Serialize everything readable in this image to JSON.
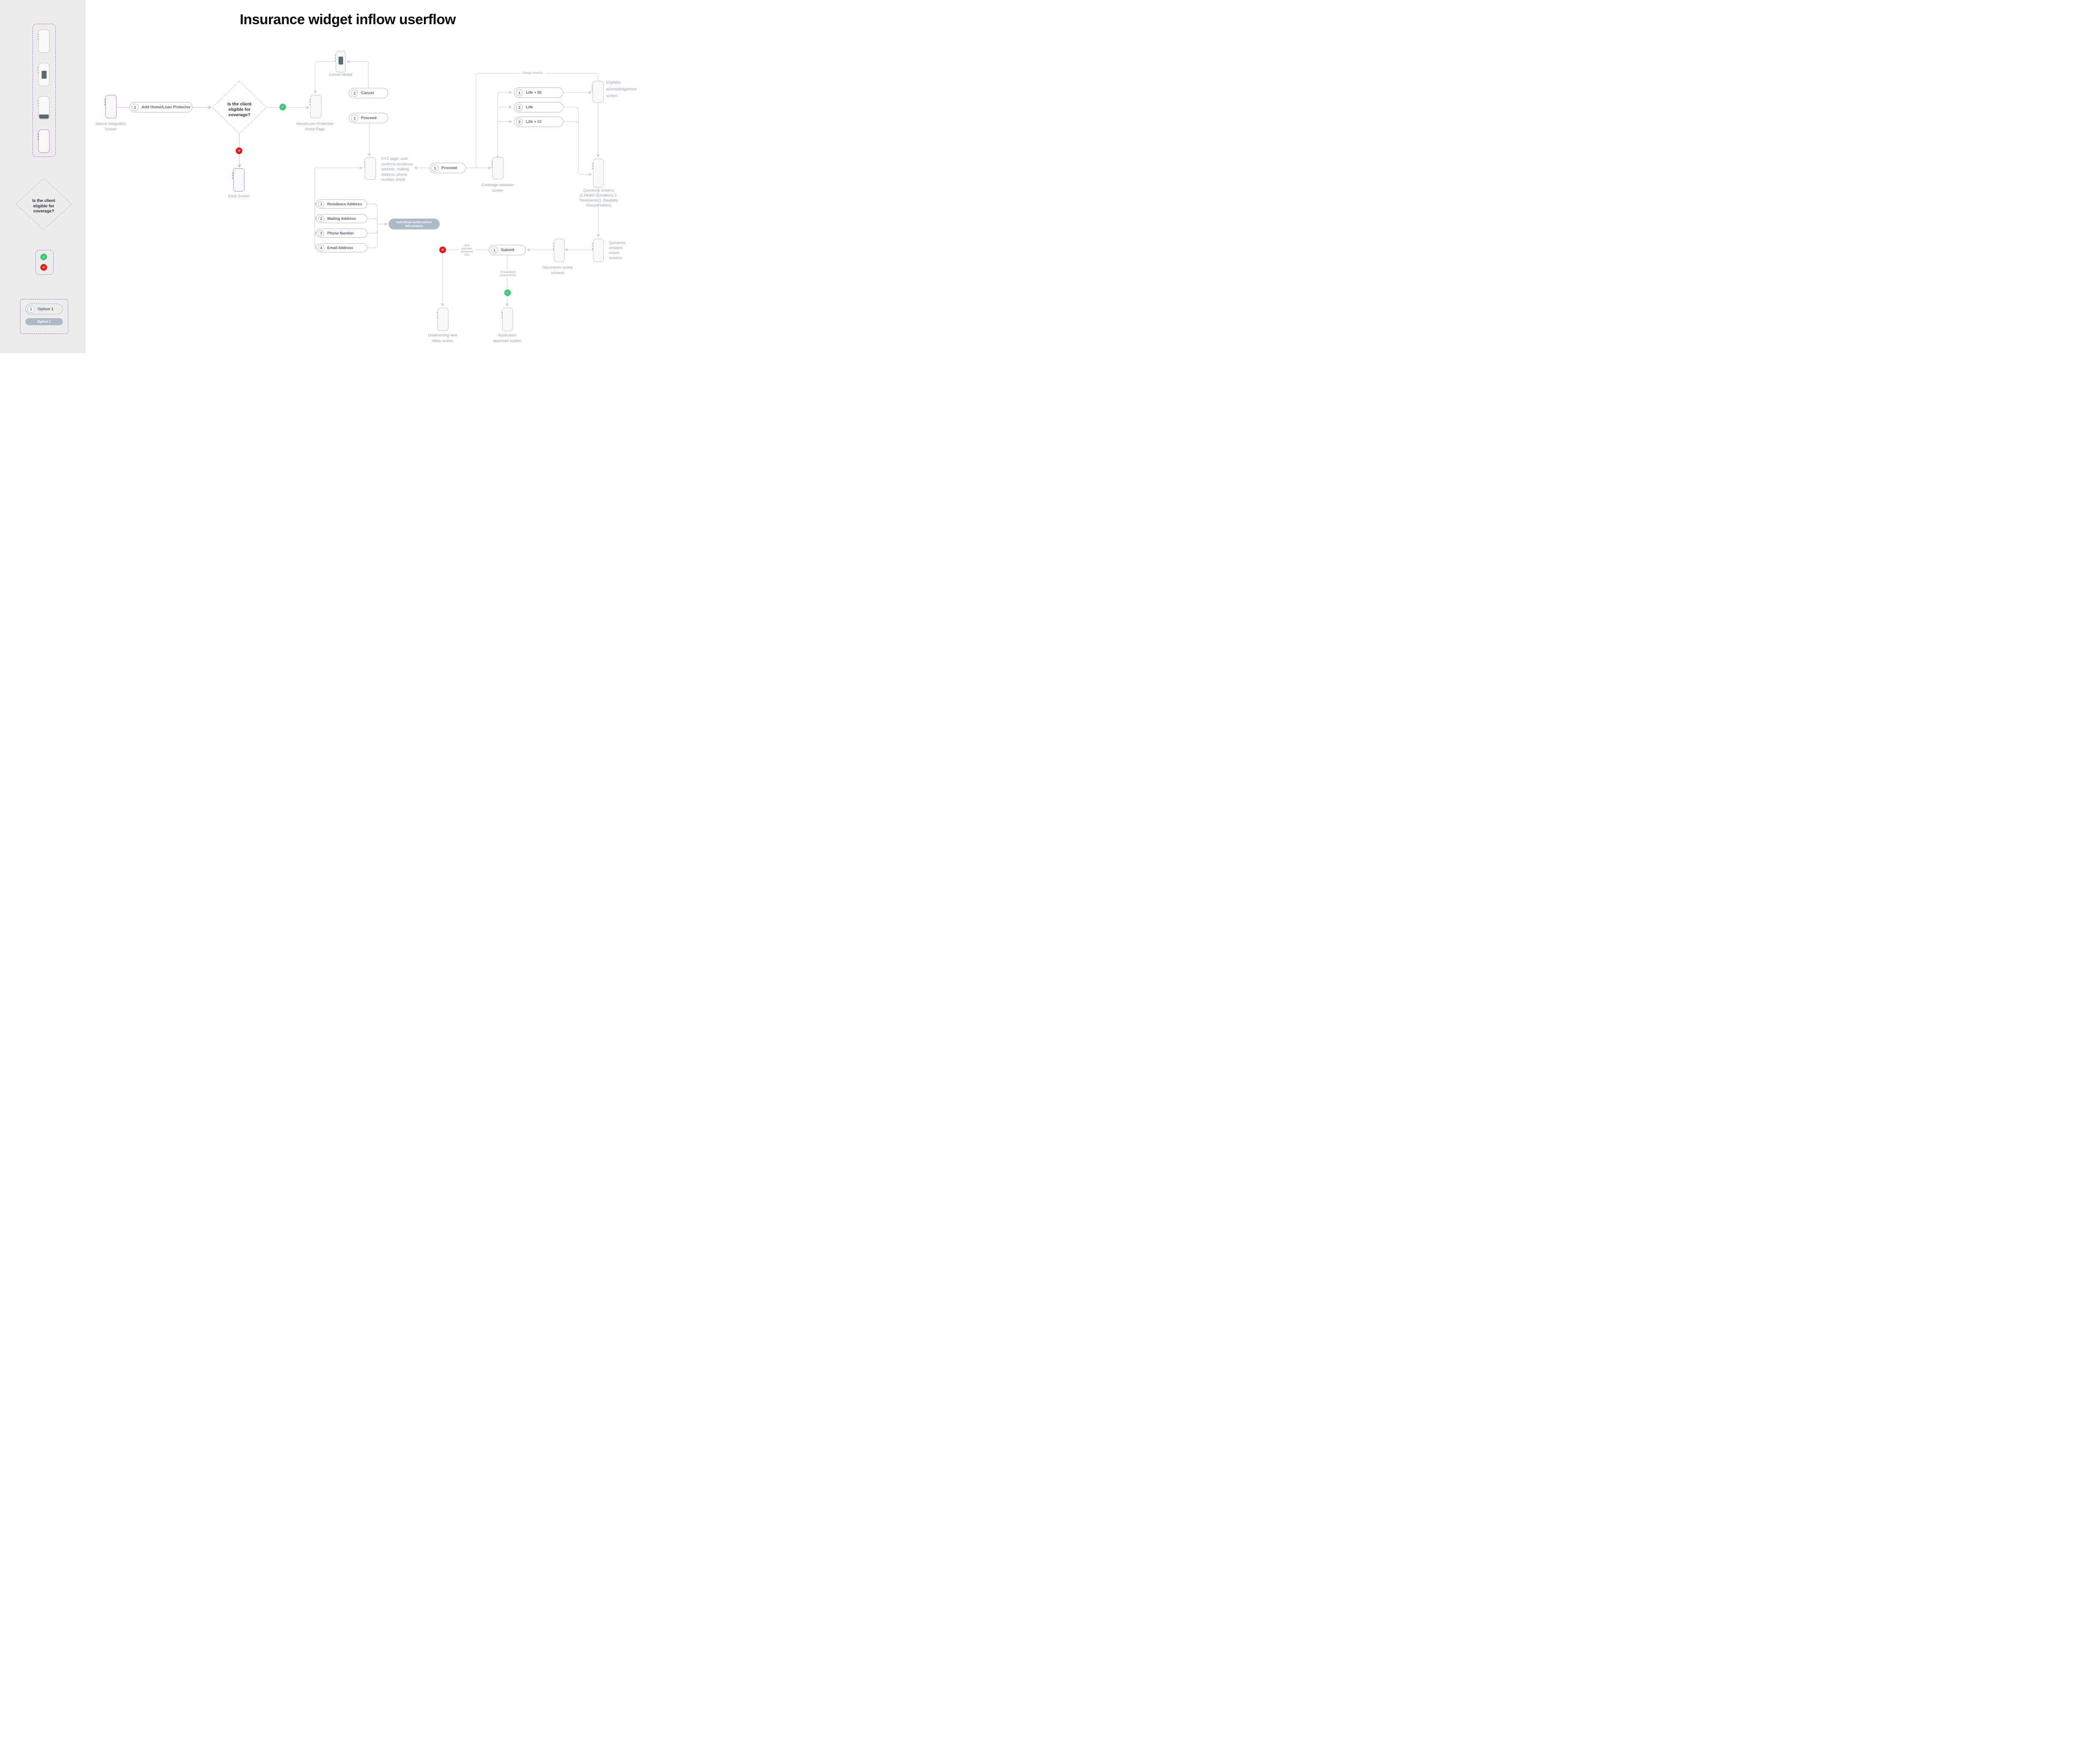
{
  "title": "Insurance widget inflow userflow",
  "colors": {
    "accent_purple": "#9d5cf5",
    "connector_purple": "#cda4f5",
    "connector_gray": "#c5cdd5",
    "phone_border": "#bcc5ce",
    "phone_border_purple": "#c27af0",
    "status_green": "#3dc874",
    "status_red": "#f31212",
    "badge_gray": "#aebac6",
    "label_gray": "#99a3ac",
    "dark_modal": "#5d6875"
  },
  "status_icons": {
    "check": "✓",
    "cross": "✕"
  },
  "sidebar": {
    "diamond_label": "Is the client eligible for coverage?",
    "option_pill": {
      "num": "1",
      "label": "Option 1"
    },
    "option_solid_label": "Option 1"
  },
  "diamond": {
    "question": "Is the client eligible for coverage?"
  },
  "pills": {
    "add": {
      "num": "1",
      "label": "Add Home/Loan Protector"
    },
    "cancel": {
      "num": "2",
      "label": "Cancel"
    },
    "proceed_home": {
      "num": "1",
      "label": "Proceed"
    },
    "proceed_kyc": {
      "num": "1",
      "label": "Proceed"
    },
    "life_di": {
      "num": "1",
      "label": "Life + DI"
    },
    "life": {
      "num": "2",
      "label": "Life"
    },
    "life_ci": {
      "num": "3",
      "label": "Life + CI"
    },
    "residence": {
      "num": "1",
      "label": "Residence Address"
    },
    "mailing": {
      "num": "2",
      "label": "Mailing Address"
    },
    "phone": {
      "num": "3",
      "label": "Phone Number"
    },
    "email": {
      "num": "4",
      "label": "Email Address"
    },
    "submit": {
      "num": "1",
      "label": "Submit"
    }
  },
  "labels": {
    "source": "Source Integration\nScreen",
    "homepage": "Home/Loan Protection\nHome Page",
    "cancel_modal": "Cancel Modal",
    "error": "Error Screen",
    "kyc": "KYC page, user\nconfirms residence\naddress, mailing\naddress, phone\nnumber, email",
    "coverage": "Coverage selection\nscreen",
    "eligibility": "Eligibility\nacknowledgement\nscreen",
    "questions": "Questions screens\n(1.Health Conditions 2.\nTreatments 3. Disability\nCompensation)",
    "docs_review": "Documents review\nscreens",
    "qa_review": "Questions\nanswers\nreview\nscreens",
    "underwriting": "Underwriting next\nsteps screen",
    "application": "Application\napproved screen",
    "individual_badge": "Individual confirmation/\nedit screens"
  },
  "connector_labels": {
    "change_selection": "Change Selection",
    "one_yes": "One\nquestion\nanswered\nYES",
    "all_no": "All questions\nanswered NO"
  }
}
